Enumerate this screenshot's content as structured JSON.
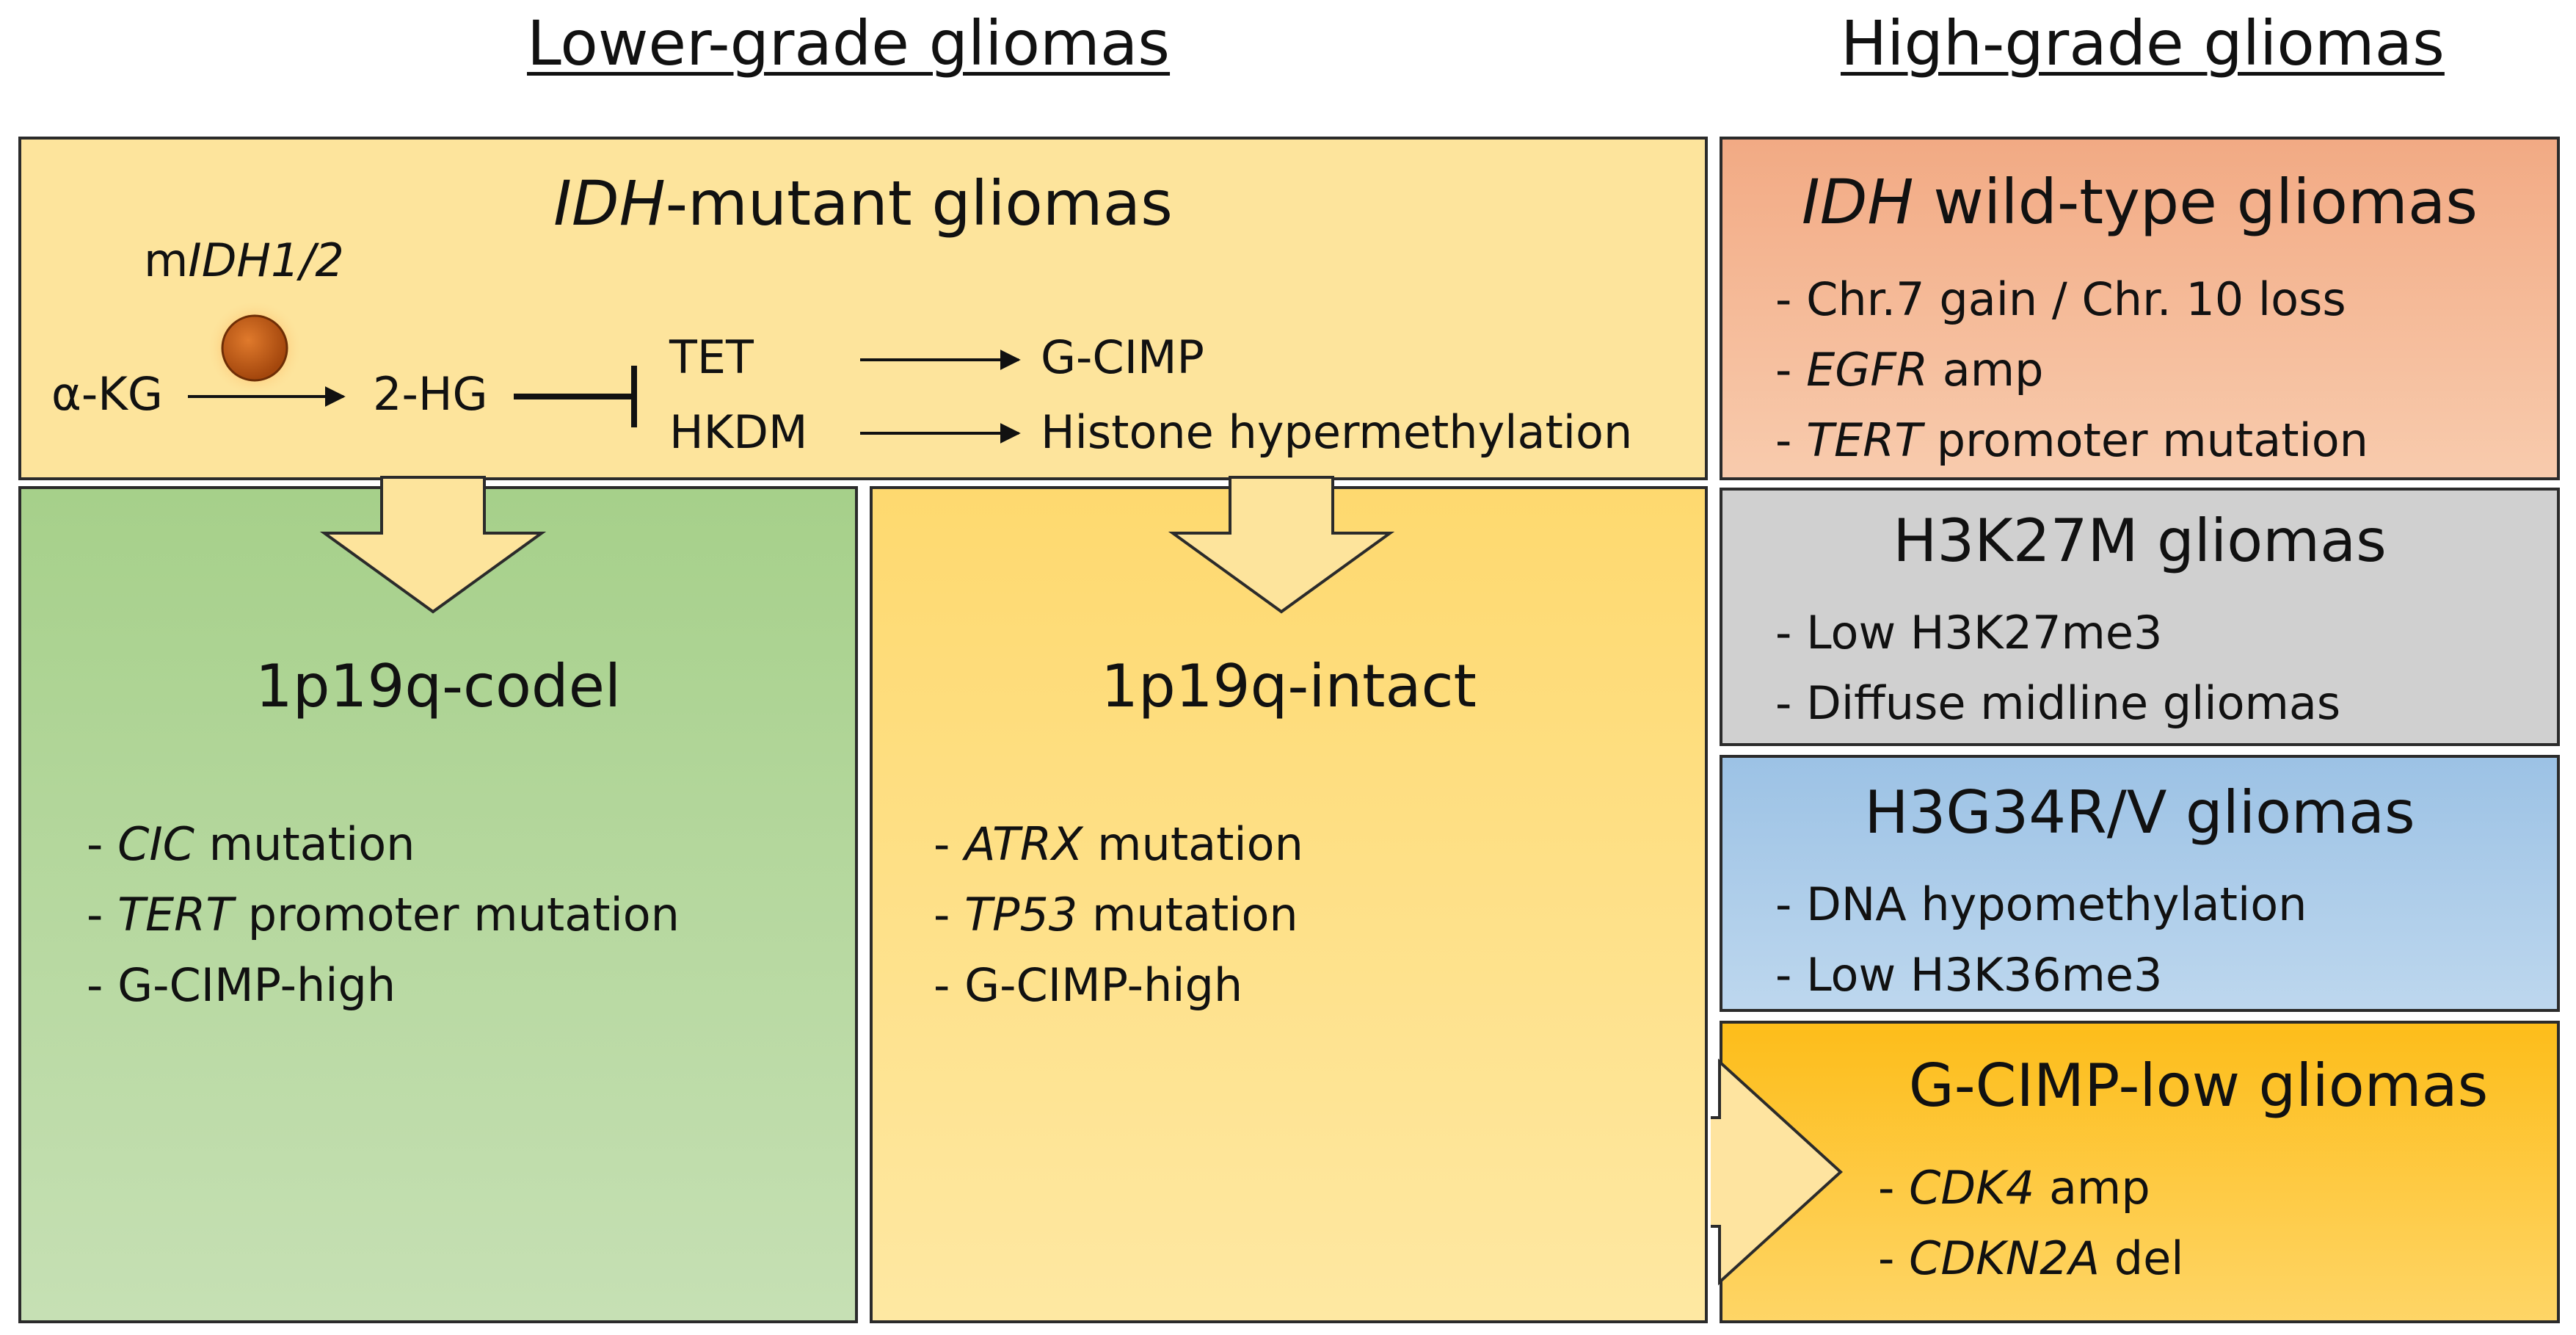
{
  "headers": {
    "lower": "Lower-grade gliomas",
    "high": "High-grade gliomas"
  },
  "idh_mutant": {
    "title_italic": "IDH",
    "title_rest": "-mutant gliomas",
    "enzyme_prefix": "m",
    "enzyme_italic": "IDH1/2",
    "substrate": "α-KG",
    "product": "2-HG",
    "targets": [
      "TET",
      "HKDM"
    ],
    "outcomes": [
      "G-CIMP",
      "Histone hypermethylation"
    ]
  },
  "codel": {
    "title": "1p19q-codel",
    "bullets": [
      {
        "italic": "CIC",
        "rest": " mutation"
      },
      {
        "italic": "TERT",
        "rest": " promoter mutation"
      },
      {
        "italic": "",
        "rest": "G-CIMP-high"
      }
    ]
  },
  "intact": {
    "title": "1p19q-intact",
    "bullets": [
      {
        "italic": "ATRX",
        "rest": " mutation"
      },
      {
        "italic": "TP53",
        "rest": " mutation"
      },
      {
        "italic": "",
        "rest": "G-CIMP-high"
      }
    ]
  },
  "idh_wt": {
    "title_italic": "IDH",
    "title_rest": " wild-type gliomas",
    "bullets": [
      {
        "italic": "",
        "rest": "Chr.7 gain / Chr. 10 loss"
      },
      {
        "italic": "EGFR",
        "rest": " amp"
      },
      {
        "italic": "TERT",
        "rest": " promoter mutation"
      }
    ]
  },
  "h3k27m": {
    "title": "H3K27M gliomas",
    "bullets": [
      {
        "italic": "",
        "rest": "Low H3K27me3"
      },
      {
        "italic": "",
        "rest": "Diffuse midline gliomas"
      }
    ]
  },
  "h3g34": {
    "title": "H3G34R/V gliomas",
    "bullets": [
      {
        "italic": "",
        "rest": "DNA hypomethylation"
      },
      {
        "italic": "",
        "rest": "Low H3K36me3"
      }
    ]
  },
  "gcimp_low": {
    "title": "G-CIMP-low gliomas",
    "bullets": [
      {
        "italic": "CDK4",
        "rest": " amp"
      },
      {
        "italic": "CDKN2A",
        "rest": " del"
      }
    ]
  },
  "bullet_dash": "- ",
  "colors": {
    "idh_mutant_fill": "#fde49c",
    "codel_top": "#a6d08a",
    "codel_bottom": "#c6e0b4",
    "intact_top": "#fed96f",
    "intact_bottom": "#fee8a2",
    "idh_wt_top": "#f2aa84",
    "idh_wt_bottom": "#f8cbad",
    "h3k27m_fill": "#d0d0d0",
    "h3g34_top": "#9cc2e5",
    "h3g34_bottom": "#bdd7ee",
    "gcimp_low_top": "#fdbd1a",
    "gcimp_low_bottom": "#fed566",
    "enzyme_dot": "#c55a11"
  }
}
